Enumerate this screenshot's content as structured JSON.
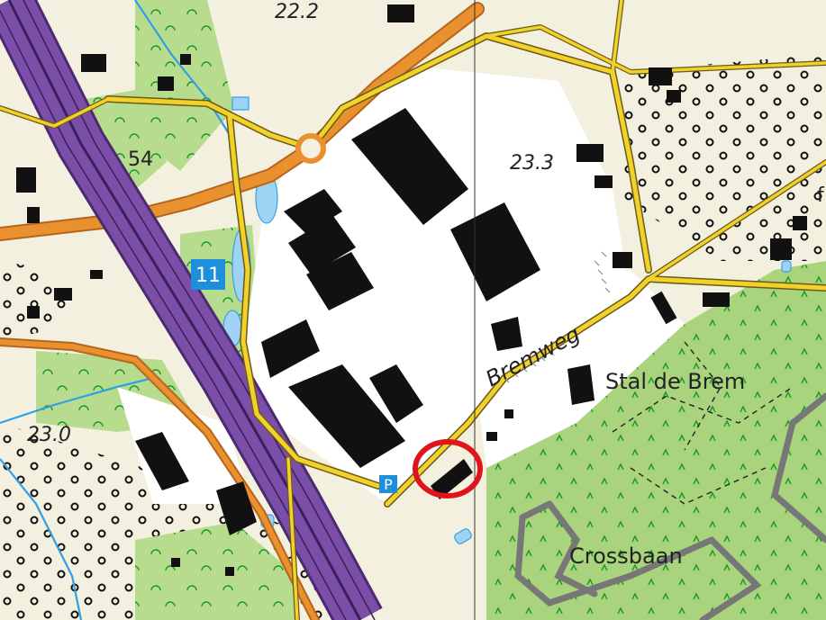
{
  "map": {
    "labels": {
      "elevation_top": "22.2",
      "elevation_mid": "23.3",
      "elevation_left": "23.0",
      "number_54": "54",
      "street": "Bremweg",
      "place_stal": "Stal de Brem",
      "place_cross": "Crossbaan",
      "edge_letter": "f"
    },
    "badges": {
      "exit": "11",
      "parking": "P"
    },
    "colors": {
      "background": "#f4f0e0",
      "forest": "#a8d27a",
      "building": "#111111",
      "industrial": "#ffffff",
      "water": "#9fd3f5",
      "water_stroke": "#3aa0e0",
      "motorway": "#7b4fa8",
      "main_road": "#e8912e",
      "local_road": "#f2d22a",
      "marker": "#e0141b",
      "badge": "#1d8fdb"
    }
  }
}
